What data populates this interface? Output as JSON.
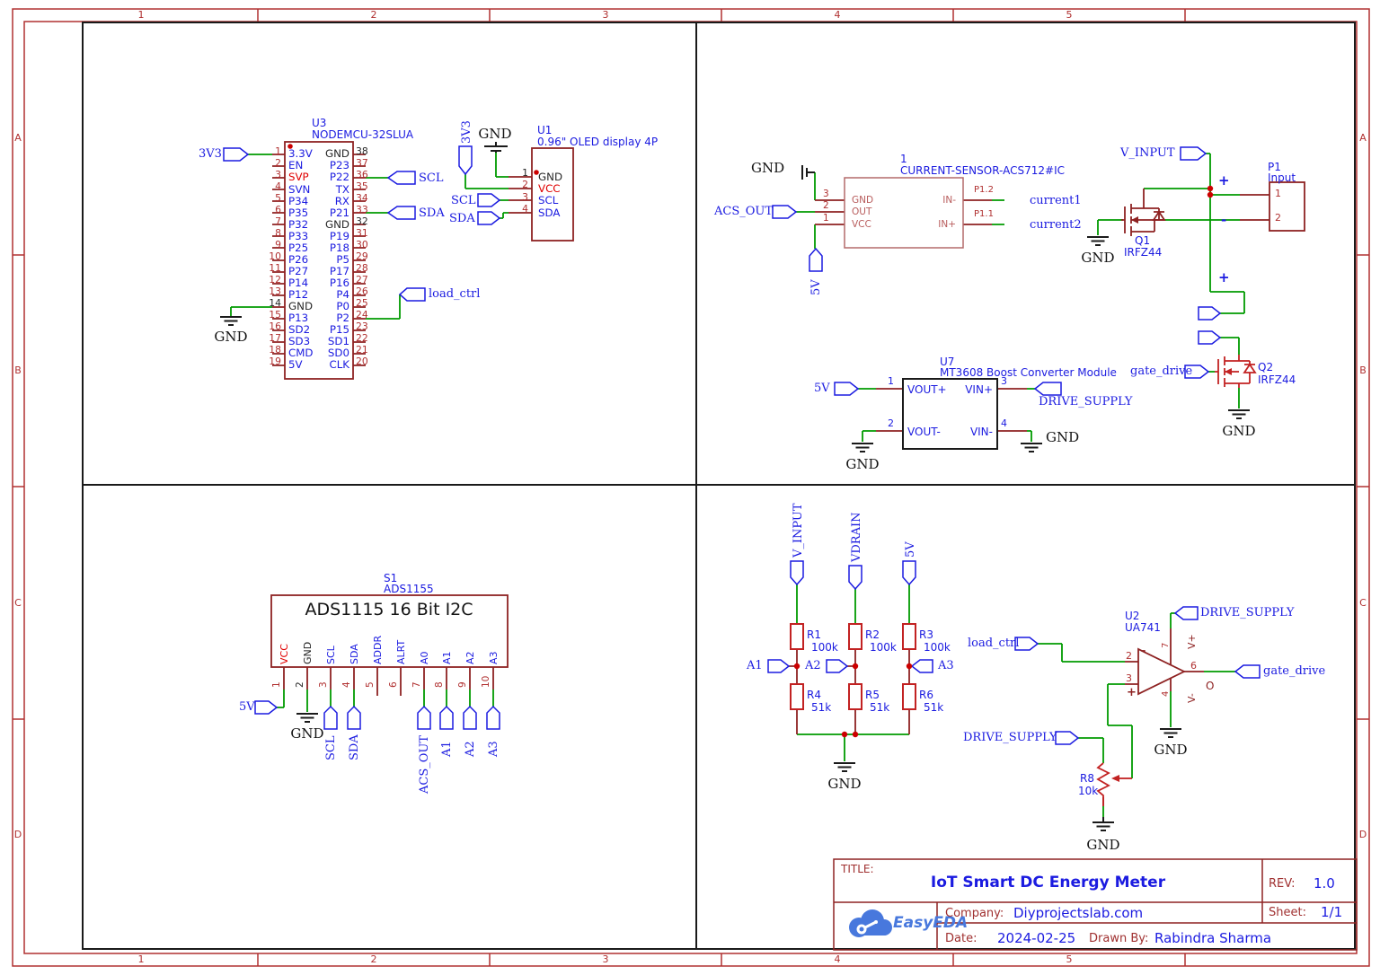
{
  "frame": {
    "cols": [
      "1",
      "2",
      "3",
      "4",
      "5"
    ],
    "rows": [
      "A",
      "B",
      "C",
      "D"
    ]
  },
  "nets": {
    "v3": "3V3",
    "gnd": "GND",
    "scl": "SCL",
    "sda": "SDA",
    "load_ctrl": "load_ctrl",
    "five_v": "5V",
    "acs_out": "ACS_OUT",
    "current1": "current1",
    "current2": "current2",
    "v_input": "V_INPUT",
    "vdrain": "VDRAIN",
    "gate_drive": "gate_drive",
    "drive_supply": "DRIVE_SUPPLY",
    "a1": "A1",
    "a2": "A2",
    "a3": "A3"
  },
  "u3": {
    "ref": "U3",
    "part": "NODEMCU-32SLUA",
    "left": [
      {
        "n": "1",
        "name": "3.3V",
        "kind": "io"
      },
      {
        "n": "2",
        "name": "EN",
        "kind": "io"
      },
      {
        "n": "3",
        "name": "SVP",
        "kind": "pwr"
      },
      {
        "n": "4",
        "name": "SVN",
        "kind": "io"
      },
      {
        "n": "5",
        "name": "P34",
        "kind": "io"
      },
      {
        "n": "6",
        "name": "P35",
        "kind": "io"
      },
      {
        "n": "7",
        "name": "P32",
        "kind": "io"
      },
      {
        "n": "8",
        "name": "P33",
        "kind": "io"
      },
      {
        "n": "9",
        "name": "P25",
        "kind": "io"
      },
      {
        "n": "10",
        "name": "P26",
        "kind": "io"
      },
      {
        "n": "11",
        "name": "P27",
        "kind": "io"
      },
      {
        "n": "12",
        "name": "P14",
        "kind": "io"
      },
      {
        "n": "13",
        "name": "P12",
        "kind": "io"
      },
      {
        "n": "14",
        "name": "GND",
        "kind": "gnd"
      },
      {
        "n": "15",
        "name": "P13",
        "kind": "io"
      },
      {
        "n": "16",
        "name": "SD2",
        "kind": "io"
      },
      {
        "n": "17",
        "name": "SD3",
        "kind": "io"
      },
      {
        "n": "18",
        "name": "CMD",
        "kind": "io"
      },
      {
        "n": "19",
        "name": "5V",
        "kind": "io"
      }
    ],
    "right": [
      {
        "n": "38",
        "name": "GND",
        "kind": "gnd"
      },
      {
        "n": "37",
        "name": "P23",
        "kind": "io"
      },
      {
        "n": "36",
        "name": "P22",
        "kind": "io"
      },
      {
        "n": "35",
        "name": "TX",
        "kind": "io"
      },
      {
        "n": "34",
        "name": "RX",
        "kind": "io"
      },
      {
        "n": "33",
        "name": "P21",
        "kind": "io"
      },
      {
        "n": "32",
        "name": "GND",
        "kind": "gnd"
      },
      {
        "n": "31",
        "name": "P19",
        "kind": "io"
      },
      {
        "n": "30",
        "name": "P18",
        "kind": "io"
      },
      {
        "n": "29",
        "name": "P5",
        "kind": "io"
      },
      {
        "n": "28",
        "name": "P17",
        "kind": "io"
      },
      {
        "n": "27",
        "name": "P16",
        "kind": "io"
      },
      {
        "n": "26",
        "name": "P4",
        "kind": "io"
      },
      {
        "n": "25",
        "name": "P0",
        "kind": "io"
      },
      {
        "n": "24",
        "name": "P2",
        "kind": "io"
      },
      {
        "n": "23",
        "name": "P15",
        "kind": "io"
      },
      {
        "n": "22",
        "name": "SD1",
        "kind": "io"
      },
      {
        "n": "21",
        "name": "SD0",
        "kind": "io"
      },
      {
        "n": "20",
        "name": "CLK",
        "kind": "io"
      }
    ]
  },
  "u1": {
    "ref": "U1",
    "part": "0.96\" OLED display 4P",
    "pins": [
      {
        "n": "1",
        "name": "GND",
        "kind": "gnd"
      },
      {
        "n": "2",
        "name": "VCC",
        "kind": "pwr"
      },
      {
        "n": "3",
        "name": "SCL",
        "kind": "io"
      },
      {
        "n": "4",
        "name": "SDA",
        "kind": "io"
      }
    ]
  },
  "sensor": {
    "ref": "1",
    "part": "CURRENT-SENSOR-ACS712#IC",
    "gnd": "GND",
    "out": "OUT",
    "vcc": "VCC",
    "inm": "IN-",
    "inp": "IN+",
    "n_gnd": "3",
    "n_out": "2",
    "n_vcc": "1",
    "net_inm": "P1.2",
    "net_inp": "P1.1"
  },
  "p1": {
    "ref": "P1",
    "part": "Input",
    "n1": "1",
    "n2": "2",
    "plus": "+",
    "minus": "-"
  },
  "q1": {
    "ref": "Q1",
    "part": "IRFZ44"
  },
  "q2": {
    "ref": "Q2",
    "part": "IRFZ44"
  },
  "u7": {
    "ref": "U7",
    "part": "MT3608 Boost Converter Module",
    "vout_p": "VOUT+",
    "vout_m": "VOUT-",
    "vin_p": "VIN+",
    "vin_m": "VIN-",
    "n1": "1",
    "n2": "2",
    "n3": "3",
    "n4": "4"
  },
  "s1": {
    "ref": "S1",
    "part": "ADS1155",
    "label": "ADS1115 16 Bit I2C",
    "pins": [
      {
        "n": "1",
        "name": "VCC",
        "kind": "pwr"
      },
      {
        "n": "2",
        "name": "GND",
        "kind": "gnd"
      },
      {
        "n": "3",
        "name": "SCL",
        "kind": "io"
      },
      {
        "n": "4",
        "name": "SDA",
        "kind": "io"
      },
      {
        "n": "5",
        "name": "ADDR",
        "kind": "io"
      },
      {
        "n": "6",
        "name": "ALRT",
        "kind": "io"
      },
      {
        "n": "7",
        "name": "A0",
        "kind": "io"
      },
      {
        "n": "8",
        "name": "A1",
        "kind": "io"
      },
      {
        "n": "9",
        "name": "A2",
        "kind": "io"
      },
      {
        "n": "10",
        "name": "A3",
        "kind": "io"
      }
    ]
  },
  "u2": {
    "ref": "U2",
    "part": "UA741",
    "n2": "2",
    "n3": "3",
    "n7": "7",
    "n4": "4",
    "n6": "6",
    "vp": "V+",
    "vm": "V-",
    "o": "O",
    "minus": "-",
    "plus": "+"
  },
  "resistors": {
    "r1": {
      "ref": "R1",
      "val": "100k"
    },
    "r2": {
      "ref": "R2",
      "val": "100k"
    },
    "r3": {
      "ref": "R3",
      "val": "100k"
    },
    "r4": {
      "ref": "R4",
      "val": "51k"
    },
    "r5": {
      "ref": "R5",
      "val": "51k"
    },
    "r6": {
      "ref": "R6",
      "val": "51k"
    },
    "r8": {
      "ref": "R8",
      "val": "10k"
    }
  },
  "title_block": {
    "title_label": "TITLE:",
    "title": "IoT Smart DC Energy Meter",
    "rev_label": "REV:",
    "rev": "1.0",
    "company_label": "Company:",
    "company": "Diyprojectslab.com",
    "sheet_label": "Sheet:",
    "sheet": "1/1",
    "date_label": "Date:",
    "date": "2024-02-25",
    "drawn_label": "Drawn By:",
    "drawn": "Rabindra Sharma",
    "logo": "EasyEDA"
  },
  "colors": {
    "wire": "#009b00",
    "part_outline": "#8e2222",
    "bright_part": "#c22222",
    "net_blue": "#1b1be0",
    "frame_red": "#b03030",
    "black": "#1a1a1a",
    "junction": "#cc0000",
    "logo_blue": "#4878dd"
  }
}
